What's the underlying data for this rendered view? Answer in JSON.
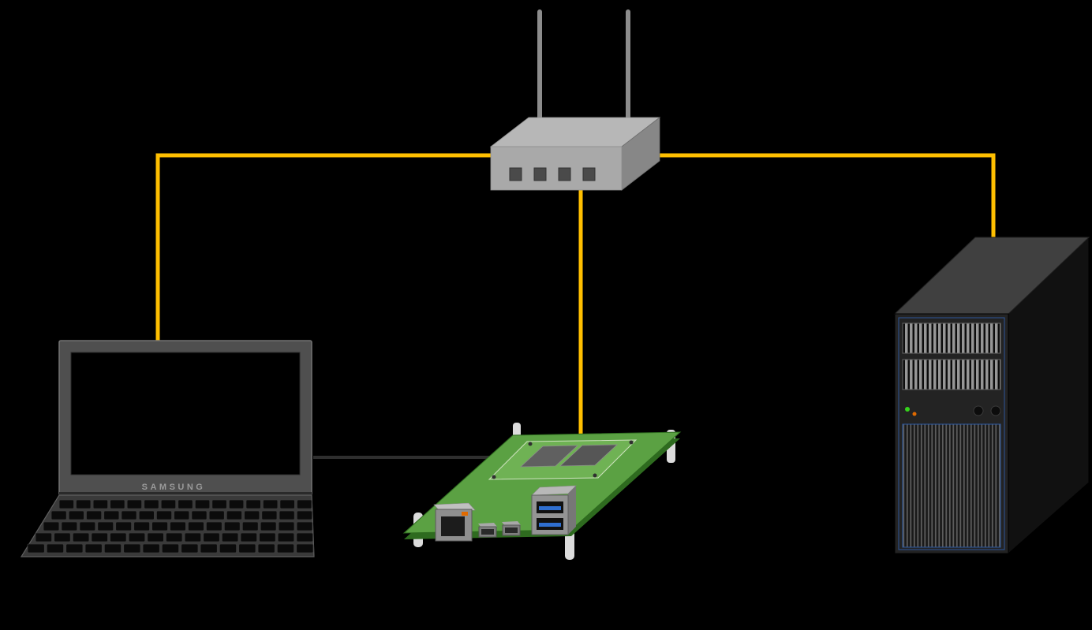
{
  "diagram": {
    "type": "network-topology-diagram",
    "background_color": "#000000",
    "nodes": [
      {
        "id": "wireless-router",
        "kind": "4-port router with two antennas",
        "label": ""
      },
      {
        "id": "laptop",
        "kind": "laptop computer",
        "label": "SAMSUNG"
      },
      {
        "id": "dev-board",
        "kind": "green single-board computer",
        "label": ""
      },
      {
        "id": "server",
        "kind": "tower server",
        "label": ""
      }
    ],
    "connections": [
      {
        "from": "laptop",
        "to": "wireless-router",
        "style": "orange-cable"
      },
      {
        "from": "wireless-router",
        "to": "dev-board",
        "style": "orange-cable"
      },
      {
        "from": "wireless-router",
        "to": "server",
        "style": "orange-cable"
      },
      {
        "from": "laptop",
        "to": "dev-board",
        "style": "dark-cable"
      }
    ],
    "colors": {
      "cable_orange": "#FFBF00",
      "cable_dark": "#2E2E2E",
      "pcb_green": "#5BA143",
      "pcb_edge_green": "#2E6B1F",
      "router_gray": "#A9A9A9",
      "usb_blue": "#2F6FD0",
      "led_green": "#35D41C",
      "led_orange": "#E06A00",
      "server_accent_blue": "#2F5FAE"
    }
  }
}
